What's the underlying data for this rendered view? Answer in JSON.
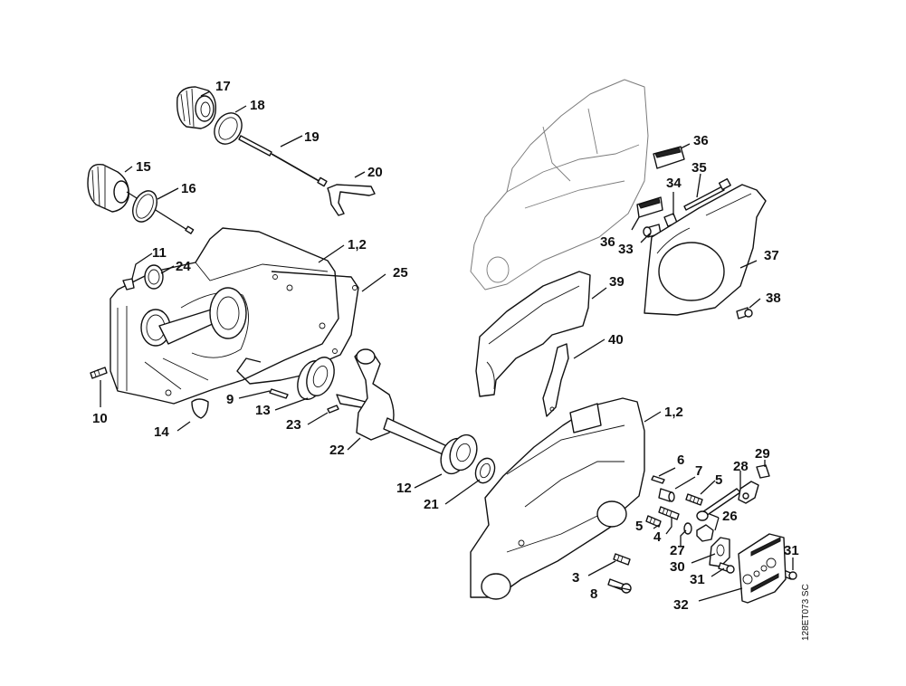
{
  "diagram": {
    "drawing_code": "128ET073 SC",
    "callouts": {
      "c17": "17",
      "c18": "18",
      "c19": "19",
      "c20": "20",
      "c15": "15",
      "c16": "16",
      "c11": "11",
      "c24": "24",
      "c12a": "1,2",
      "c25": "25",
      "c10": "10",
      "c9": "9",
      "c13": "13",
      "c23": "23",
      "c14": "14",
      "c22": "22",
      "c36a": "36",
      "c35": "35",
      "c34": "34",
      "c36b": "36",
      "c33": "33",
      "c37": "37",
      "c38": "38",
      "c39": "39",
      "c40": "40",
      "c12b": "1,2",
      "c6": "6",
      "c7": "7",
      "c5a": "5",
      "c28": "28",
      "c29": "29",
      "c12": "12",
      "c21": "21",
      "c5b": "5",
      "c4": "4",
      "c26": "26",
      "c27": "27",
      "c30": "30",
      "c31a": "31",
      "c31b": "31",
      "c3": "3",
      "c8": "8",
      "c32": "32"
    }
  }
}
